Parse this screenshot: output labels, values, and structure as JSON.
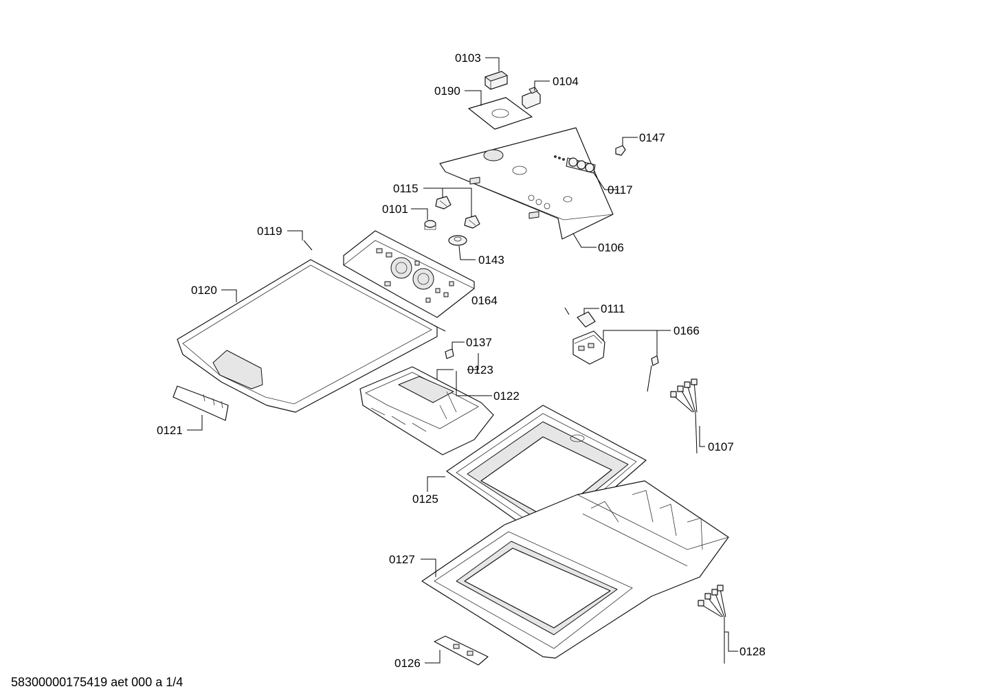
{
  "drawing": {
    "footer": "58300000175419 aet 000 a 1/4"
  },
  "labels": {
    "p0103": "0103",
    "p0104": "0104",
    "p0190": "0190",
    "p0147": "0147",
    "p0117": "0117",
    "p0115": "0115",
    "p0101": "0101",
    "p0106": "0106",
    "p0143": "0143",
    "p0119": "0119",
    "p0164": "0164",
    "p0120": "0120",
    "p0111": "0111",
    "p0166": "0166",
    "p0137": "0137",
    "p0123": "0123",
    "p0122": "0122",
    "p0121": "0121",
    "p0107": "0107",
    "p0125": "0125",
    "p0127": "0127",
    "p0126": "0126",
    "p0128": "0128"
  }
}
